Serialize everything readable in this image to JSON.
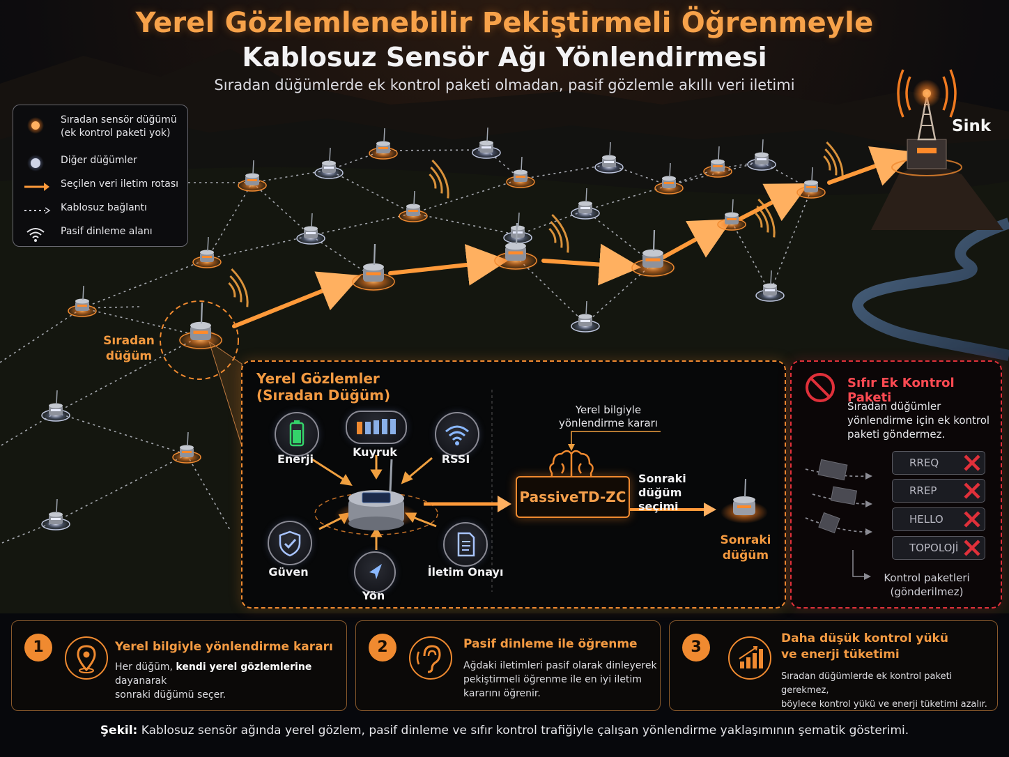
{
  "header": {
    "title_line1": "Yerel Gözlemlenebilir Pekiştirmeli Öğrenmeyle",
    "title_line2": "Kablosuz Sensör Ağı Yönlendirmesi",
    "subtitle": "Sıradan düğümlerde ek kontrol paketi olmadan, pasif gözlemle akıllı veri iletimi"
  },
  "legend": {
    "items": [
      {
        "icon": "orange-node-icon",
        "label_line1": "Sıradan sensör düğümü",
        "label_line2": "(ek kontrol paketi yok)"
      },
      {
        "icon": "white-node-icon",
        "label": "Diğer düğümler"
      },
      {
        "icon": "orange-arrow-icon",
        "label": "Seçilen veri iletim rotası"
      },
      {
        "icon": "dotted-line-icon",
        "label": "Kablosuz bağlantı"
      },
      {
        "icon": "wifi-icon",
        "label": "Pasif dinleme alanı"
      }
    ]
  },
  "map": {
    "sink_label": "Sink",
    "ordinary_node_label_line1": "Sıradan",
    "ordinary_node_label_line2": "düğüm"
  },
  "observations": {
    "title_line1": "Yerel Gözlemler",
    "title_line2": "(Sıradan Düğüm)",
    "inputs": [
      {
        "icon": "battery-icon",
        "label": "Enerji"
      },
      {
        "icon": "queue-bars-icon",
        "label": "Kuyruk"
      },
      {
        "icon": "wifi-signal-icon",
        "label": "RSSI"
      },
      {
        "icon": "shield-check-icon",
        "label": "Güven"
      },
      {
        "icon": "direction-arrow-icon",
        "label": "Yön"
      },
      {
        "icon": "document-icon",
        "label": "İletim Onayı"
      }
    ],
    "decision_note_line1": "Yerel bilgiyle",
    "decision_note_line2": "yönlendirme kararı",
    "model_label": "PassiveTD-ZC",
    "next_selection_line1": "Sonraki",
    "next_selection_line2": "düğüm seçimi",
    "next_node_line1": "Sonraki",
    "next_node_line2": "düğüm"
  },
  "zero_control": {
    "title": "Sıfır Ek Kontrol Paketi",
    "body_line1": "Sıradan düğümler",
    "body_line2": "yönlendirme için ek kontrol",
    "body_line3": "paketi göndermez.",
    "packets": [
      "RREQ",
      "RREP",
      "HELLO",
      "TOPOLOJİ"
    ],
    "footer_line1": "Kontrol paketleri",
    "footer_line2": "(gönderilmez)"
  },
  "features": [
    {
      "number": "1",
      "icon": "location-pin-icon",
      "title": "Yerel bilgiyle yönlendirme kararı",
      "body_line1_pre": "Her düğüm, ",
      "body_line1_bold": "kendi yerel gözlemlerine",
      "body_line1_post": " dayanarak",
      "body_line2": "sonraki düğümü seçer."
    },
    {
      "number": "2",
      "icon": "ear-icon",
      "title": "Pasif dinleme ile öğrenme",
      "body_line1": "Ağdaki iletimleri pasif olarak dinleyerek",
      "body_line2": "pekiştirmeli öğrenme ile en iyi iletim",
      "body_line3": "kararını öğrenir."
    },
    {
      "number": "3",
      "icon": "bar-chart-icon",
      "title_line1": "Daha düşük kontrol yükü",
      "title_line2": "ve enerji tüketimi",
      "body_line1": "Sıradan düğümlerde ek kontrol paketi gerekmez,",
      "body_line2": "böylece kontrol yükü ve enerji tüketimi azalır."
    }
  ],
  "caption": {
    "prefix": "Şekil:",
    "text": " Kablosuz sensör ağında yerel gözlem, pasif dinleme ve sıfır kontrol trafiğiyle çalışan yönlendirme yaklaşımının şematik gösterimi."
  },
  "colors": {
    "accent": "#f08a30",
    "danger": "#e0303a",
    "background": "#07080c"
  }
}
